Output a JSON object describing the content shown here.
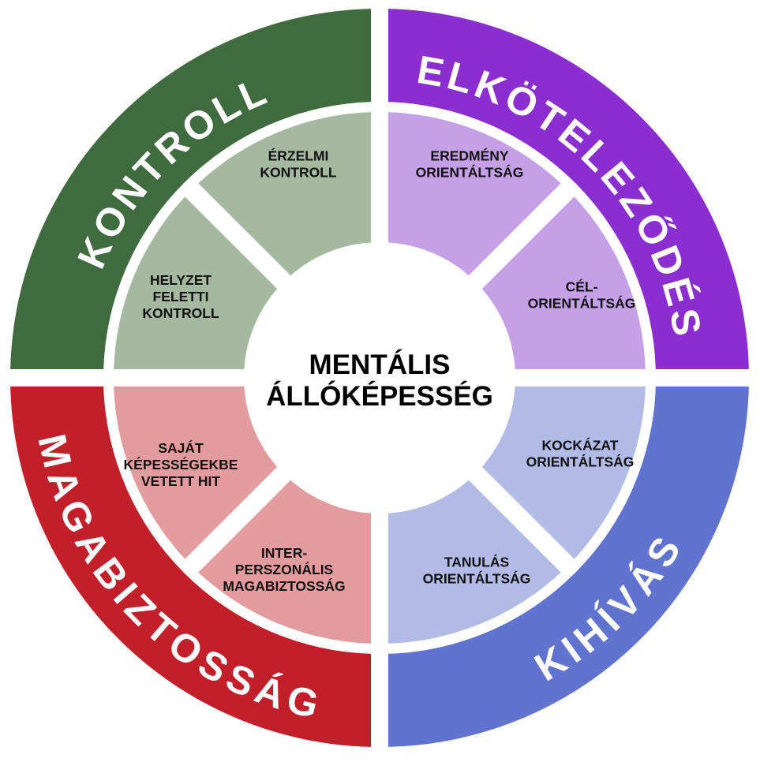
{
  "center": {
    "lines": [
      "MENTÁLIS",
      "ÁLLÓKÉPESSÉG"
    ]
  },
  "quadrants": [
    {
      "key": "kontroll",
      "title": "KONTROLL",
      "color": "#3f6b3e",
      "light_color": "#a5b9a0",
      "items": [
        {
          "key": "helyzet-feletti-kontroll",
          "lines": [
            "HELYZET",
            "FELETTI",
            "KONTROLL"
          ]
        },
        {
          "key": "erzelmi-kontroll",
          "lines": [
            "ÉRZELMI",
            "KONTROLL"
          ]
        }
      ]
    },
    {
      "key": "elkotelezodes",
      "title": "ELKÖTELEZŐDÉS",
      "color": "#8a2ed0",
      "light_color": "#c6a0e7",
      "items": [
        {
          "key": "eredmeny-orientaltsag",
          "lines": [
            "EREDMÉNY",
            "ORIENTÁLTSÁG"
          ]
        },
        {
          "key": "cel-orientaltsag",
          "lines": [
            "CÉL-",
            "ORIENTÁLTSÁG"
          ]
        }
      ]
    },
    {
      "key": "kihivas",
      "title": "KIHÍVÁS",
      "color": "#6074cf",
      "light_color": "#b1bbe6",
      "items": [
        {
          "key": "kockazat-orientaltsag",
          "lines": [
            "KOCKÁZAT",
            "ORIENTÁLTSÁG"
          ]
        },
        {
          "key": "tanulas-orientaltsag",
          "lines": [
            "TANULÁS",
            "ORIENTÁLTSÁG"
          ]
        }
      ]
    },
    {
      "key": "magabiztossag",
      "title": "MAGABIZTOSSÁG",
      "color": "#c1202a",
      "light_color": "#e39c9d",
      "items": [
        {
          "key": "sajat-kepessegekbe-vetett-hit",
          "lines": [
            "SAJÁT",
            "KÉPESSÉGEKBE",
            "VETETT HIT"
          ]
        },
        {
          "key": "interperszonalis-magabiztossag",
          "lines": [
            "INTER-",
            "PERSZONÁLIS",
            "MAGABIZTOSSÁG"
          ]
        }
      ]
    }
  ]
}
